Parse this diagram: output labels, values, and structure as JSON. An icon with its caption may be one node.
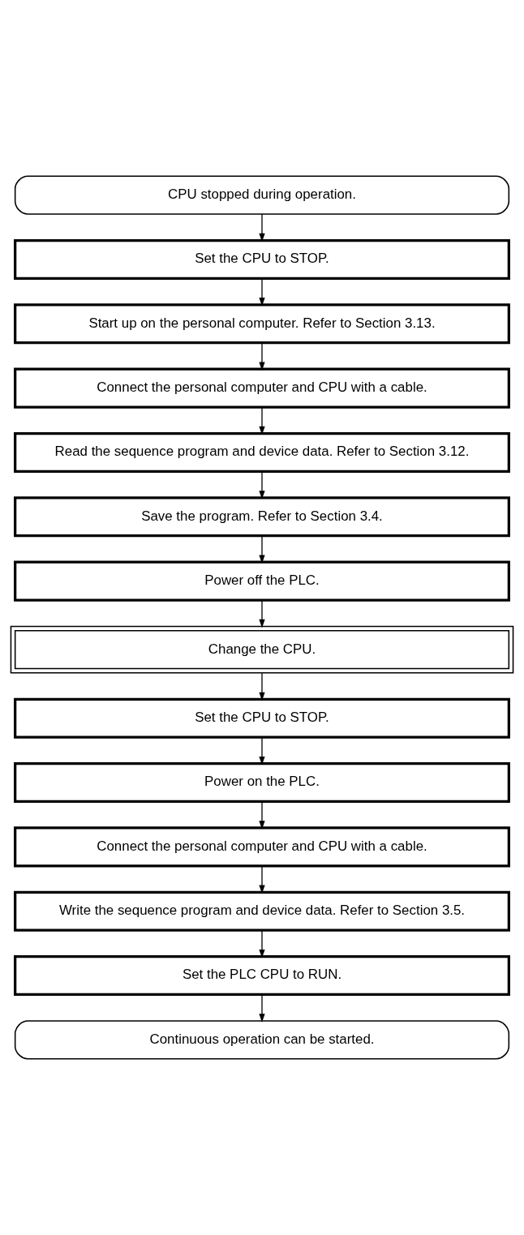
{
  "diagram": {
    "nodes": [
      {
        "text": [
          "CPU stopped during operation."
        ]
      },
      {
        "text": [
          "Set the CPU to STOP."
        ]
      },
      {
        "text": [
          "Start up on the personal computer. Refer to Section 3.13."
        ]
      },
      {
        "text": [
          "Connect the personal computer and CPU with a cable."
        ]
      },
      {
        "text": [
          "Read the sequence program and device data. Refer to Section 3.12."
        ]
      },
      {
        "text": [
          "Save the program. Refer to Section 3.4."
        ]
      },
      {
        "text": [
          "Power off the PLC."
        ]
      },
      {
        "text": [
          "Change the CPU."
        ]
      },
      {
        "text": [
          "Set the CPU to STOP."
        ]
      },
      {
        "text": [
          "Power on the PLC."
        ]
      },
      {
        "text": [
          "Connect the personal computer and CPU with a cable."
        ]
      },
      {
        "text": [
          "Write the sequence program and device data. Refer to Section 3.5."
        ]
      },
      {
        "text": [
          "Set the PLC CPU to RUN."
        ]
      },
      {
        "text": [
          "Continuous operation can be started."
        ]
      }
    ],
    "edges": [
      {
        "from": 0,
        "to": 1,
        "arrow": "to"
      },
      {
        "from": 1,
        "to": 2,
        "arrow": "to"
      },
      {
        "from": 2,
        "to": 3,
        "arrow": "to"
      },
      {
        "from": 3,
        "to": 4,
        "arrow": "to"
      },
      {
        "from": 4,
        "to": 5,
        "arrow": "to"
      },
      {
        "from": 5,
        "to": 6,
        "arrow": "to"
      },
      {
        "from": 6,
        "to": 7,
        "arrow": "to"
      },
      {
        "from": 7,
        "to": 8,
        "arrow": "to"
      },
      {
        "from": 8,
        "to": 9,
        "arrow": "to"
      },
      {
        "from": 9,
        "to": 10,
        "arrow": "to"
      },
      {
        "from": 10,
        "to": 11,
        "arrow": "to"
      },
      {
        "from": 11,
        "to": 12,
        "arrow": "to"
      },
      {
        "from": 12,
        "to": 13,
        "arrow": "to"
      }
    ]
  }
}
